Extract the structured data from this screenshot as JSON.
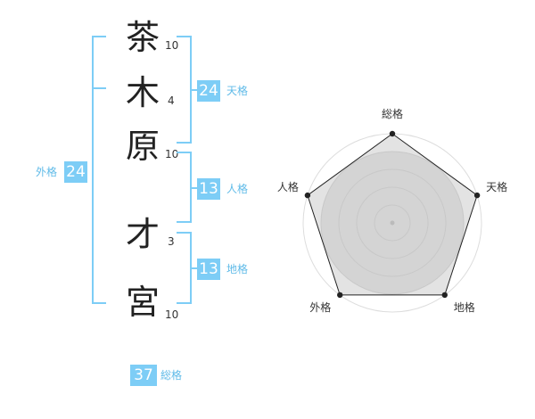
{
  "name": {
    "characters": [
      {
        "char": "茶",
        "strokes": "10"
      },
      {
        "char": "木",
        "strokes": "4"
      },
      {
        "char": "原",
        "strokes": "10"
      },
      {
        "char": "才",
        "strokes": "3"
      },
      {
        "char": "宮",
        "strokes": "10"
      }
    ]
  },
  "fortunes": {
    "tenkaku": {
      "value": "24",
      "label": "天格"
    },
    "jinkaku": {
      "value": "13",
      "label": "人格"
    },
    "chikaku": {
      "value": "13",
      "label": "地格"
    },
    "gaikaku": {
      "value": "24",
      "label": "外格"
    },
    "soukaku": {
      "value": "37",
      "label": "総格"
    }
  },
  "chart_data": {
    "type": "radar",
    "axes": [
      "総格",
      "天格",
      "地格",
      "外格",
      "人格"
    ],
    "values": [
      5,
      5,
      5,
      5,
      5
    ],
    "max": 5,
    "rings": 5,
    "colors": {
      "fill": "#e3e3e3",
      "ring_fill": "#d4d4d4",
      "outline": "#222222",
      "marker": "#222222"
    }
  }
}
